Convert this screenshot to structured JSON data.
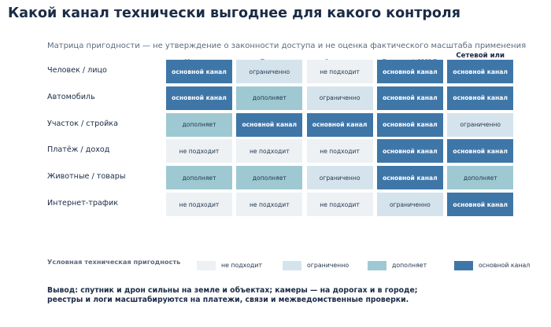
{
  "title": "Какой канал технически выгоднее для какого контроля",
  "subtitle": "Матрица пригодности — не утверждение о законности доступа и не оценка фактического масштаба применения",
  "chart_data": {
    "type": "heatmap",
    "columns": [
      "Камера",
      "Дрон",
      "Спутник",
      "Реестр / СМЭВ",
      "Сетевой или устройственный лог"
    ],
    "rows": [
      "Человек / лицо",
      "Автомобиль",
      "Участок / стройка",
      "Платёж / доход",
      "Животные / товары",
      "Интернет-трафик"
    ],
    "level_labels": [
      "не подходит",
      "ограниченно",
      "дополняет",
      "основной канал"
    ],
    "level_colors": [
      "#edf1f4",
      "#d5e4ec",
      "#9fc9d2",
      "#3f76a8"
    ],
    "values": [
      [
        3,
        1,
        0,
        3,
        3
      ],
      [
        3,
        2,
        1,
        3,
        3
      ],
      [
        2,
        3,
        3,
        3,
        1
      ],
      [
        0,
        0,
        0,
        3,
        3
      ],
      [
        2,
        2,
        1,
        3,
        2
      ],
      [
        0,
        0,
        0,
        1,
        3
      ]
    ]
  },
  "legend": {
    "title": "Условная техническая пригодность",
    "items": [
      "не подходит",
      "ограниченно",
      "дополняет",
      "основной канал"
    ]
  },
  "conclusion": [
    "Вывод: спутник и дрон сильны на земле и объектах; камеры — на дорогах и в городе;",
    "реестры и логи масштабируются на платежи, связи и межведомственные проверки."
  ]
}
